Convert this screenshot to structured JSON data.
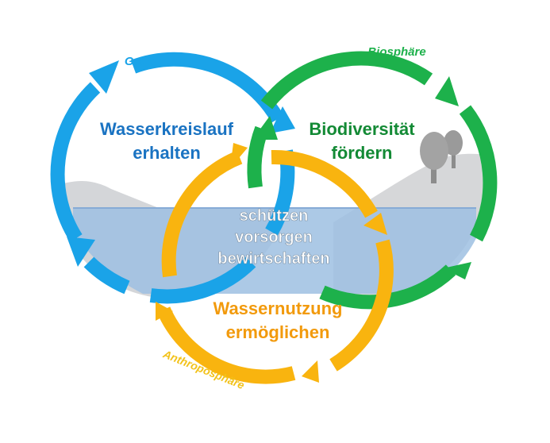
{
  "spheres": {
    "geo": {
      "name": "Geosphäre",
      "title_line1": "Wasserkreislauf",
      "title_line2": "erhalten",
      "color": "#1aa3e8",
      "text_color": "#1a73c2"
    },
    "bio": {
      "name": "Biosphäre",
      "title_line1": "Biodiversität",
      "title_line2": "fördern",
      "color": "#1db14b",
      "text_color": "#138a35"
    },
    "anthro": {
      "name": "Anthroposphäre",
      "title_line1": "Wassernutzung",
      "title_line2": "ermöglichen",
      "color": "#f9b40f",
      "text_color": "#f29a0c"
    }
  },
  "center": {
    "line1": "schützen",
    "line2": "vorsorgen",
    "line3": "bewirtschaften"
  },
  "icons": {
    "trees": "tree-icon",
    "landscape": "landscape-icon",
    "water": "water-icon"
  }
}
